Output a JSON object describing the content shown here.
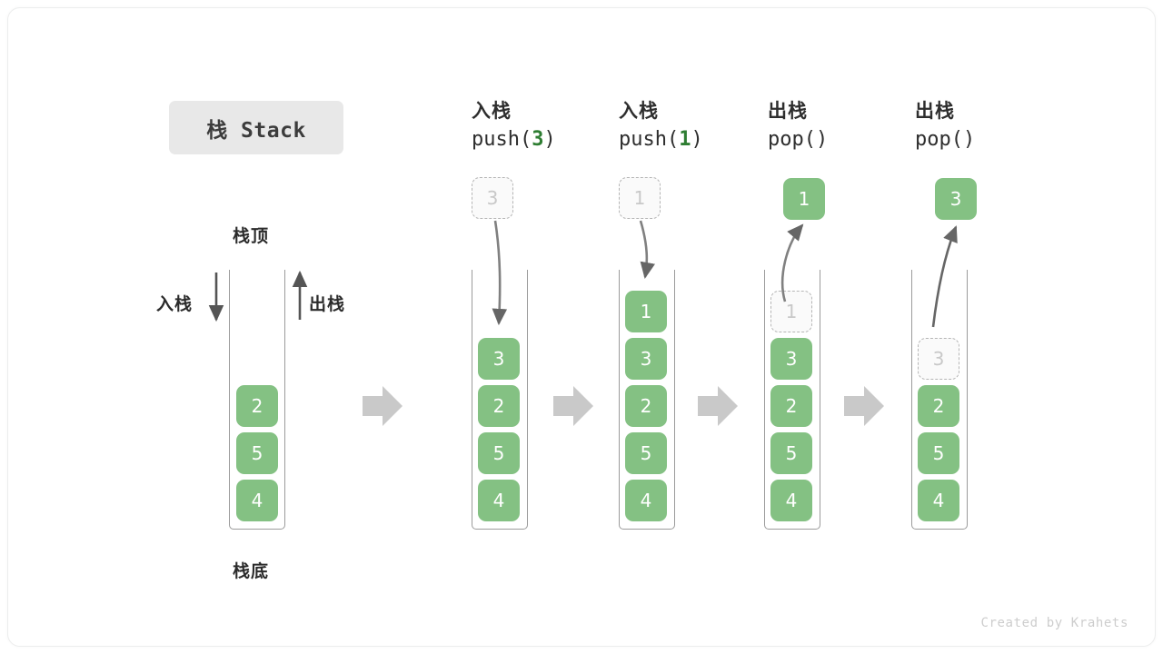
{
  "title": {
    "text": "栈 Stack"
  },
  "legend": {
    "top_label": "栈顶",
    "bottom_label": "栈底",
    "push_label": "入栈",
    "pop_label": "出栈"
  },
  "watermark": "Created by Krahets",
  "colors": {
    "element_fill": "#84c183",
    "element_text": "#ffffff",
    "ghost_border": "#b5b5b5",
    "ghost_text": "#c8c8c8",
    "arrow_gray": "#666666",
    "transition_arrow": "#c9c9c9",
    "container_border": "#9b9b9b",
    "accent_green_text": "#2e7d32",
    "title_chip_bg": "#e8e8e8"
  },
  "steps": [
    {
      "id": "initial",
      "header_cn": "",
      "header_code": "",
      "stack": [
        "2",
        "5",
        "4"
      ],
      "floating": null
    },
    {
      "id": "push-3",
      "header_cn": "入栈",
      "header_code_prefix": "push(",
      "header_code_arg": "3",
      "header_code_suffix": ")",
      "stack": [
        "3",
        "2",
        "5",
        "4"
      ],
      "floating": {
        "value": "3",
        "style": "ghost",
        "position": "above"
      }
    },
    {
      "id": "push-1",
      "header_cn": "入栈",
      "header_code_prefix": "push(",
      "header_code_arg": "1",
      "header_code_suffix": ")",
      "stack": [
        "1",
        "3",
        "2",
        "5",
        "4"
      ],
      "floating": {
        "value": "1",
        "style": "ghost",
        "position": "above"
      }
    },
    {
      "id": "pop-1",
      "header_cn": "出栈",
      "header_code_prefix": "pop(",
      "header_code_arg": "",
      "header_code_suffix": ")",
      "stack": [
        "1",
        "3",
        "2",
        "5",
        "4"
      ],
      "stack_top_ghost": true,
      "floating": {
        "value": "1",
        "style": "solid",
        "position": "above"
      }
    },
    {
      "id": "pop-3",
      "header_cn": "出栈",
      "header_code_prefix": "pop(",
      "header_code_arg": "",
      "header_code_suffix": ")",
      "stack": [
        "3",
        "2",
        "5",
        "4"
      ],
      "stack_top_ghost": true,
      "floating": {
        "value": "3",
        "style": "solid",
        "position": "above"
      }
    }
  ],
  "boxes": {
    "c1": [
      "2",
      "5",
      "4"
    ],
    "c2": [
      "3",
      "2",
      "5",
      "4"
    ],
    "c3": [
      "1",
      "3",
      "2",
      "5",
      "4"
    ],
    "c4_ghost": "1",
    "c4": [
      "3",
      "2",
      "5",
      "4"
    ],
    "c4_pop": "1",
    "c5_ghost": "3",
    "c5": [
      "2",
      "5",
      "4"
    ],
    "c5_pop": "3"
  }
}
